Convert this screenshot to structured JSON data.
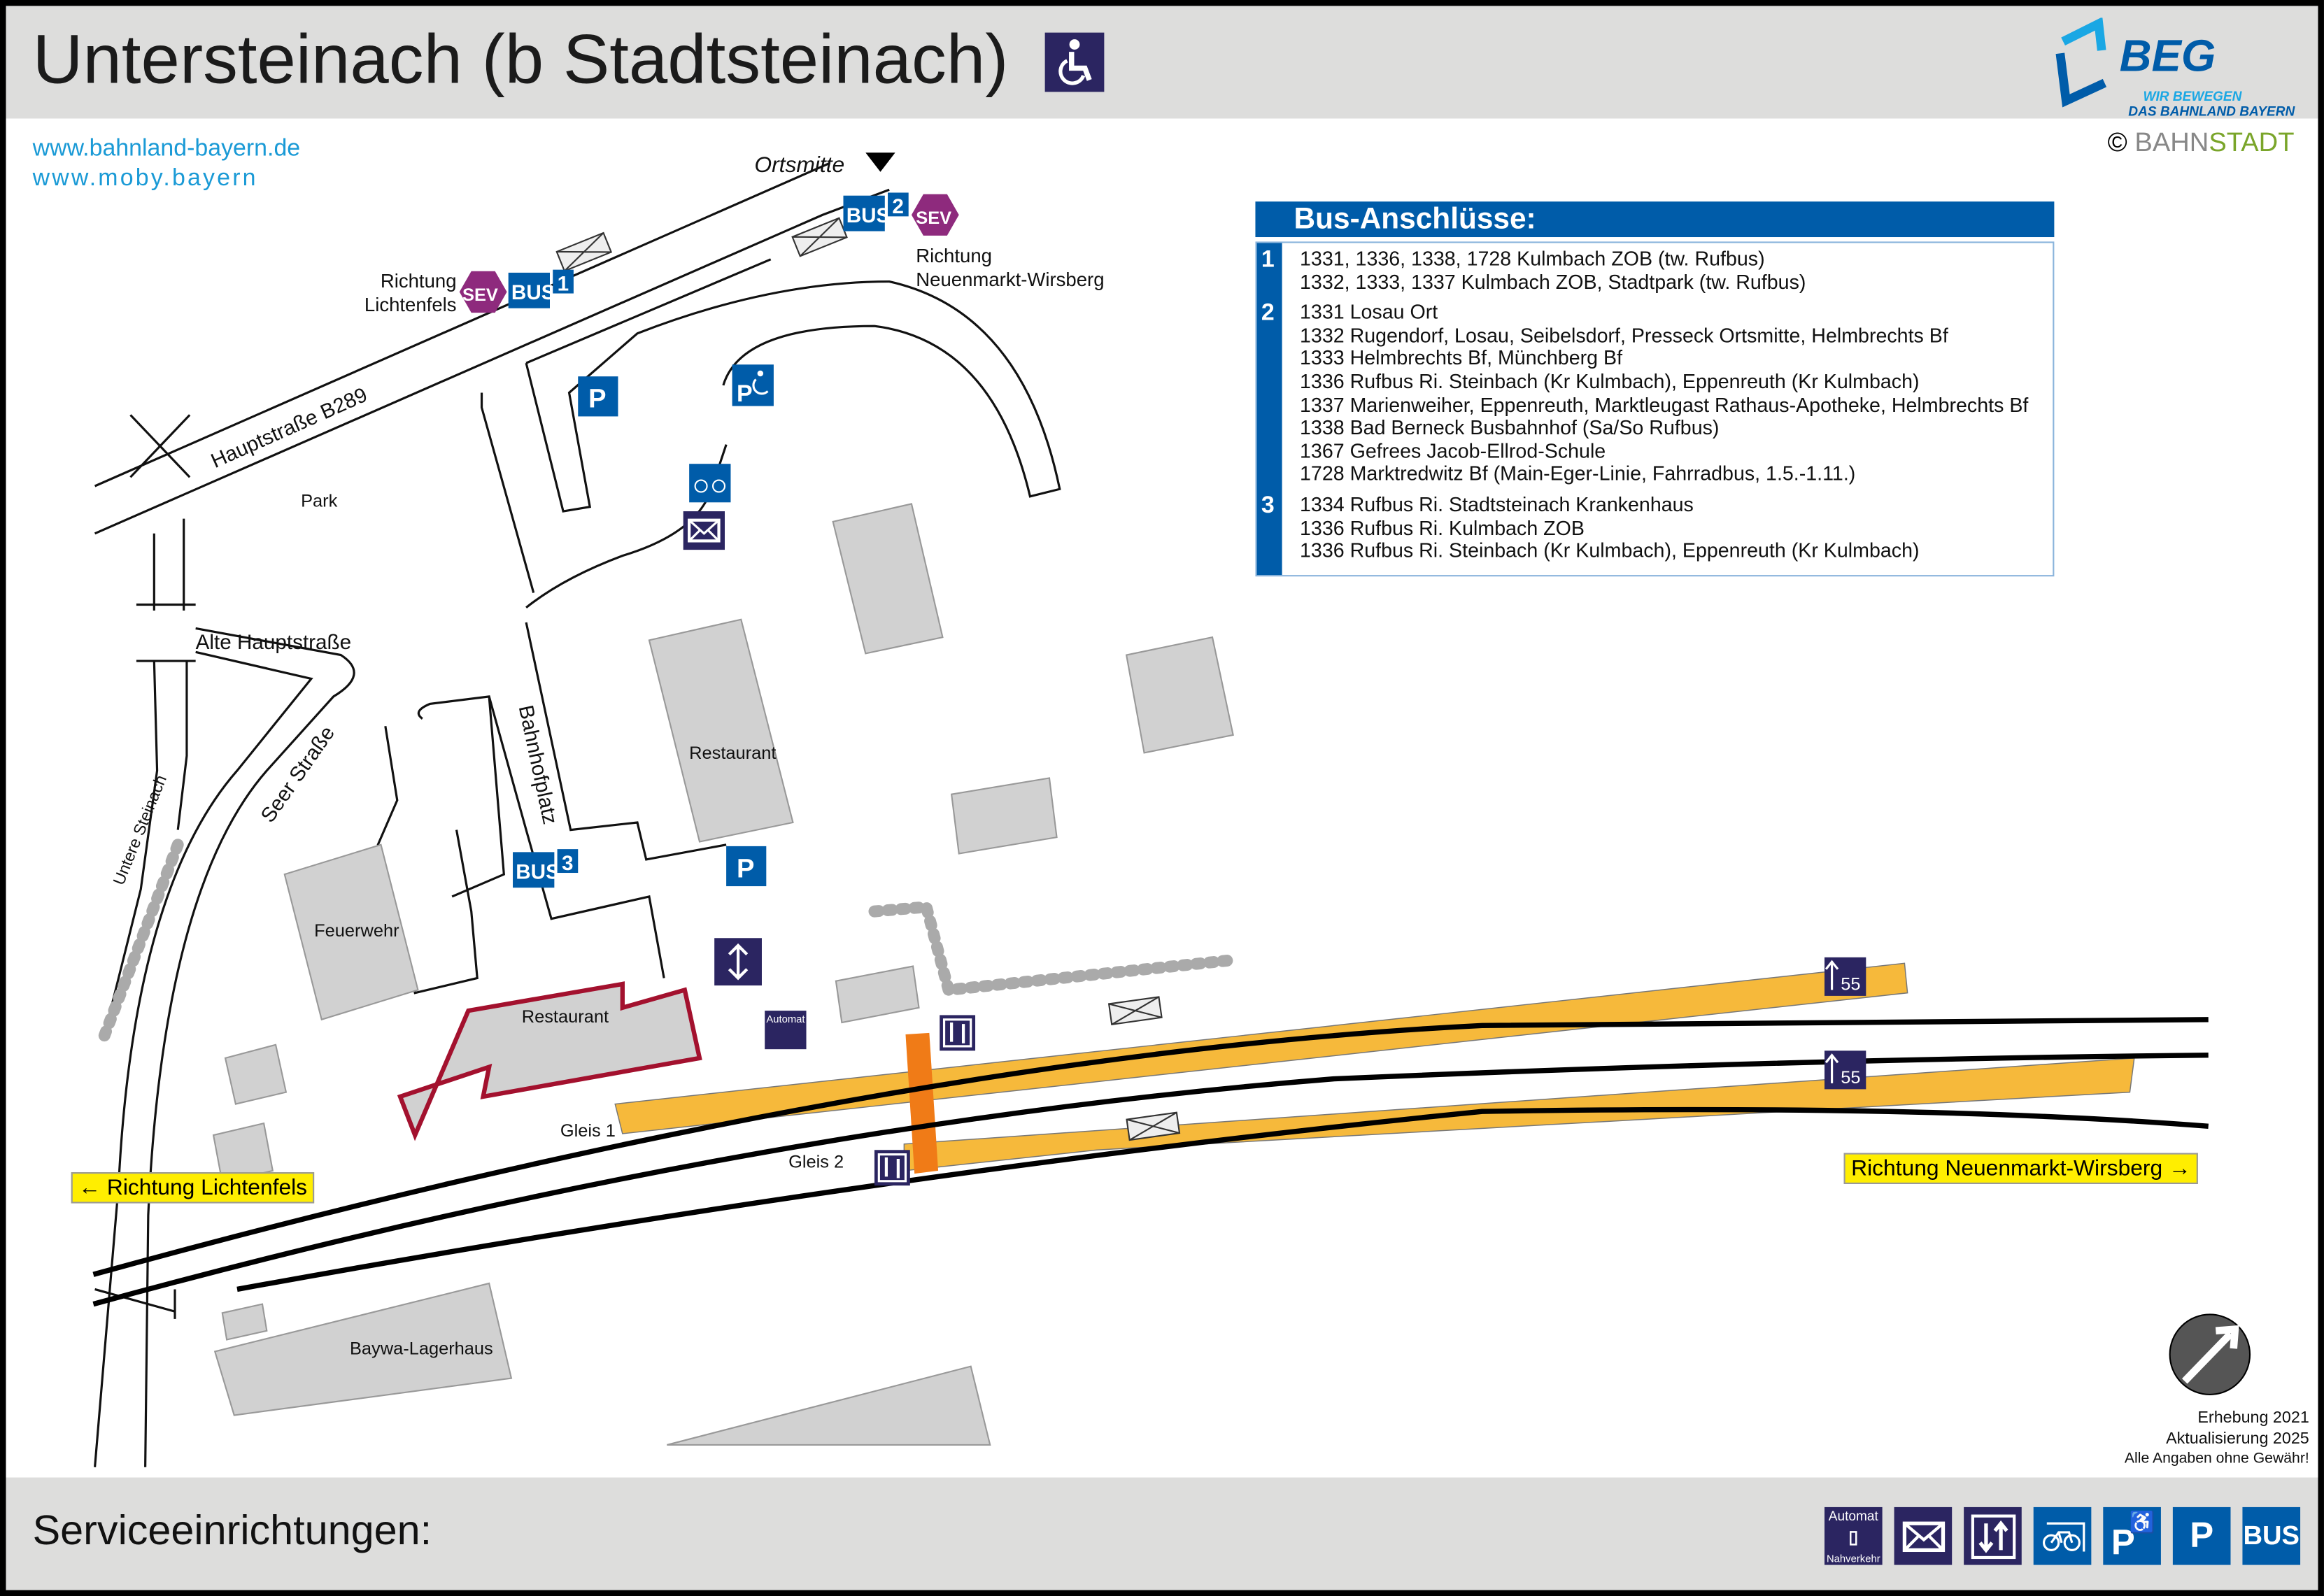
{
  "header": {
    "title": "Untersteinach (b Stadtsteinach)",
    "accessibility_icon": "wheelchair-icon"
  },
  "logo": {
    "name": "BEG",
    "slogan_1": "WIR BEWEGEN",
    "slogan_2": "DAS BAHNLAND BAYERN"
  },
  "copyright": {
    "symbol": "©",
    "part1": "BAHN",
    "part2": "STADT"
  },
  "links": [
    "www.bahnland-bayern.de",
    "www.moby.bayern"
  ],
  "bus_connections": {
    "title": "Bus-Anschlüsse:",
    "groups": [
      {
        "stop": "1",
        "lines": [
          "1331, 1336, 1338, 1728 Kulmbach ZOB (tw. Rufbus)",
          "1332, 1333, 1337 Kulmbach ZOB, Stadtpark (tw. Rufbus)"
        ]
      },
      {
        "stop": "2",
        "lines": [
          "1331 Losau Ort",
          "1332 Rugendorf, Losau, Seibelsdorf, Presseck Ortsmitte, Helmbrechts Bf",
          "1333 Helmbrechts Bf, Münchberg Bf",
          "1336 Rufbus Ri. Steinbach (Kr Kulmbach), Eppenreuth (Kr Kulmbach)",
          "1337 Marienweiher, Eppenreuth, Marktleugast Rathaus-Apotheke, Helmbrechts Bf",
          "1338 Bad Berneck Busbahnhof (Sa/So Rufbus)",
          "1367 Gefrees Jacob-Ellrod-Schule",
          "1728 Marktredwitz Bf (Main-Eger-Linie, Fahrradbus, 1.5.-1.11.)"
        ]
      },
      {
        "stop": "3",
        "lines": [
          "1334 Rufbus Ri. Stadtsteinach Krankenhaus",
          "1336 Rufbus Ri. Kulmbach ZOB",
          "1336 Rufbus Ri. Steinbach (Kr Kulmbach), Eppenreuth (Kr Kulmbach)"
        ]
      }
    ]
  },
  "map": {
    "ortsmitte": "Ortsmitte",
    "richtung_lichtenfels_top": [
      "Richtung",
      "Lichtenfels"
    ],
    "richtung_neuenmarkt_top": [
      "Richtung",
      "Neuenmarkt-Wirsberg"
    ],
    "bus_label": "BUS",
    "sev_label": "SEV",
    "stops": [
      "1",
      "2",
      "3"
    ],
    "streets": {
      "b289": "Hauptstraße B289",
      "alte": "Alte Hauptstraße",
      "untere": "Untere Steinach",
      "seer": "Seer Straße",
      "bahnhofplatz": "Bahnhofplatz"
    },
    "places": {
      "park": "Park",
      "restaurant1": "Restaurant",
      "restaurant2": "Restaurant",
      "feuerwehr": "Feuerwehr",
      "baywa": "Baywa-Lagerhaus"
    },
    "parking": "P",
    "gleis1": "Gleis 1",
    "gleis2": "Gleis 2",
    "platform_length": "55",
    "automat": "Automat",
    "dir_left": "← Richtung Lichtenfels",
    "dir_right": "Richtung Neuenmarkt-Wirsberg →"
  },
  "footer": {
    "title": "Serviceeinrichtungen:",
    "icons": [
      {
        "name": "ticket-machine",
        "top": "Automat",
        "bottom": "Nahverkehr"
      },
      {
        "name": "mail"
      },
      {
        "name": "lift-stairs"
      },
      {
        "name": "bike-parking"
      },
      {
        "name": "accessible-parking",
        "label": "P"
      },
      {
        "name": "parking",
        "label": "P"
      },
      {
        "name": "bus",
        "label": "BUS"
      }
    ]
  },
  "info": {
    "survey": "Erhebung 2021",
    "update": "Aktualisierung 2025",
    "disclaimer": "Alle Angaben ohne Gewähr!"
  },
  "colors": {
    "blue": "#005ca9",
    "dark_blue": "#2b2561",
    "platform": "#f6b93b",
    "bridge": "#f07b17",
    "sev": "#8e2a7d",
    "yellow": "#ffee00",
    "restaurant_border": "#a3112e"
  }
}
